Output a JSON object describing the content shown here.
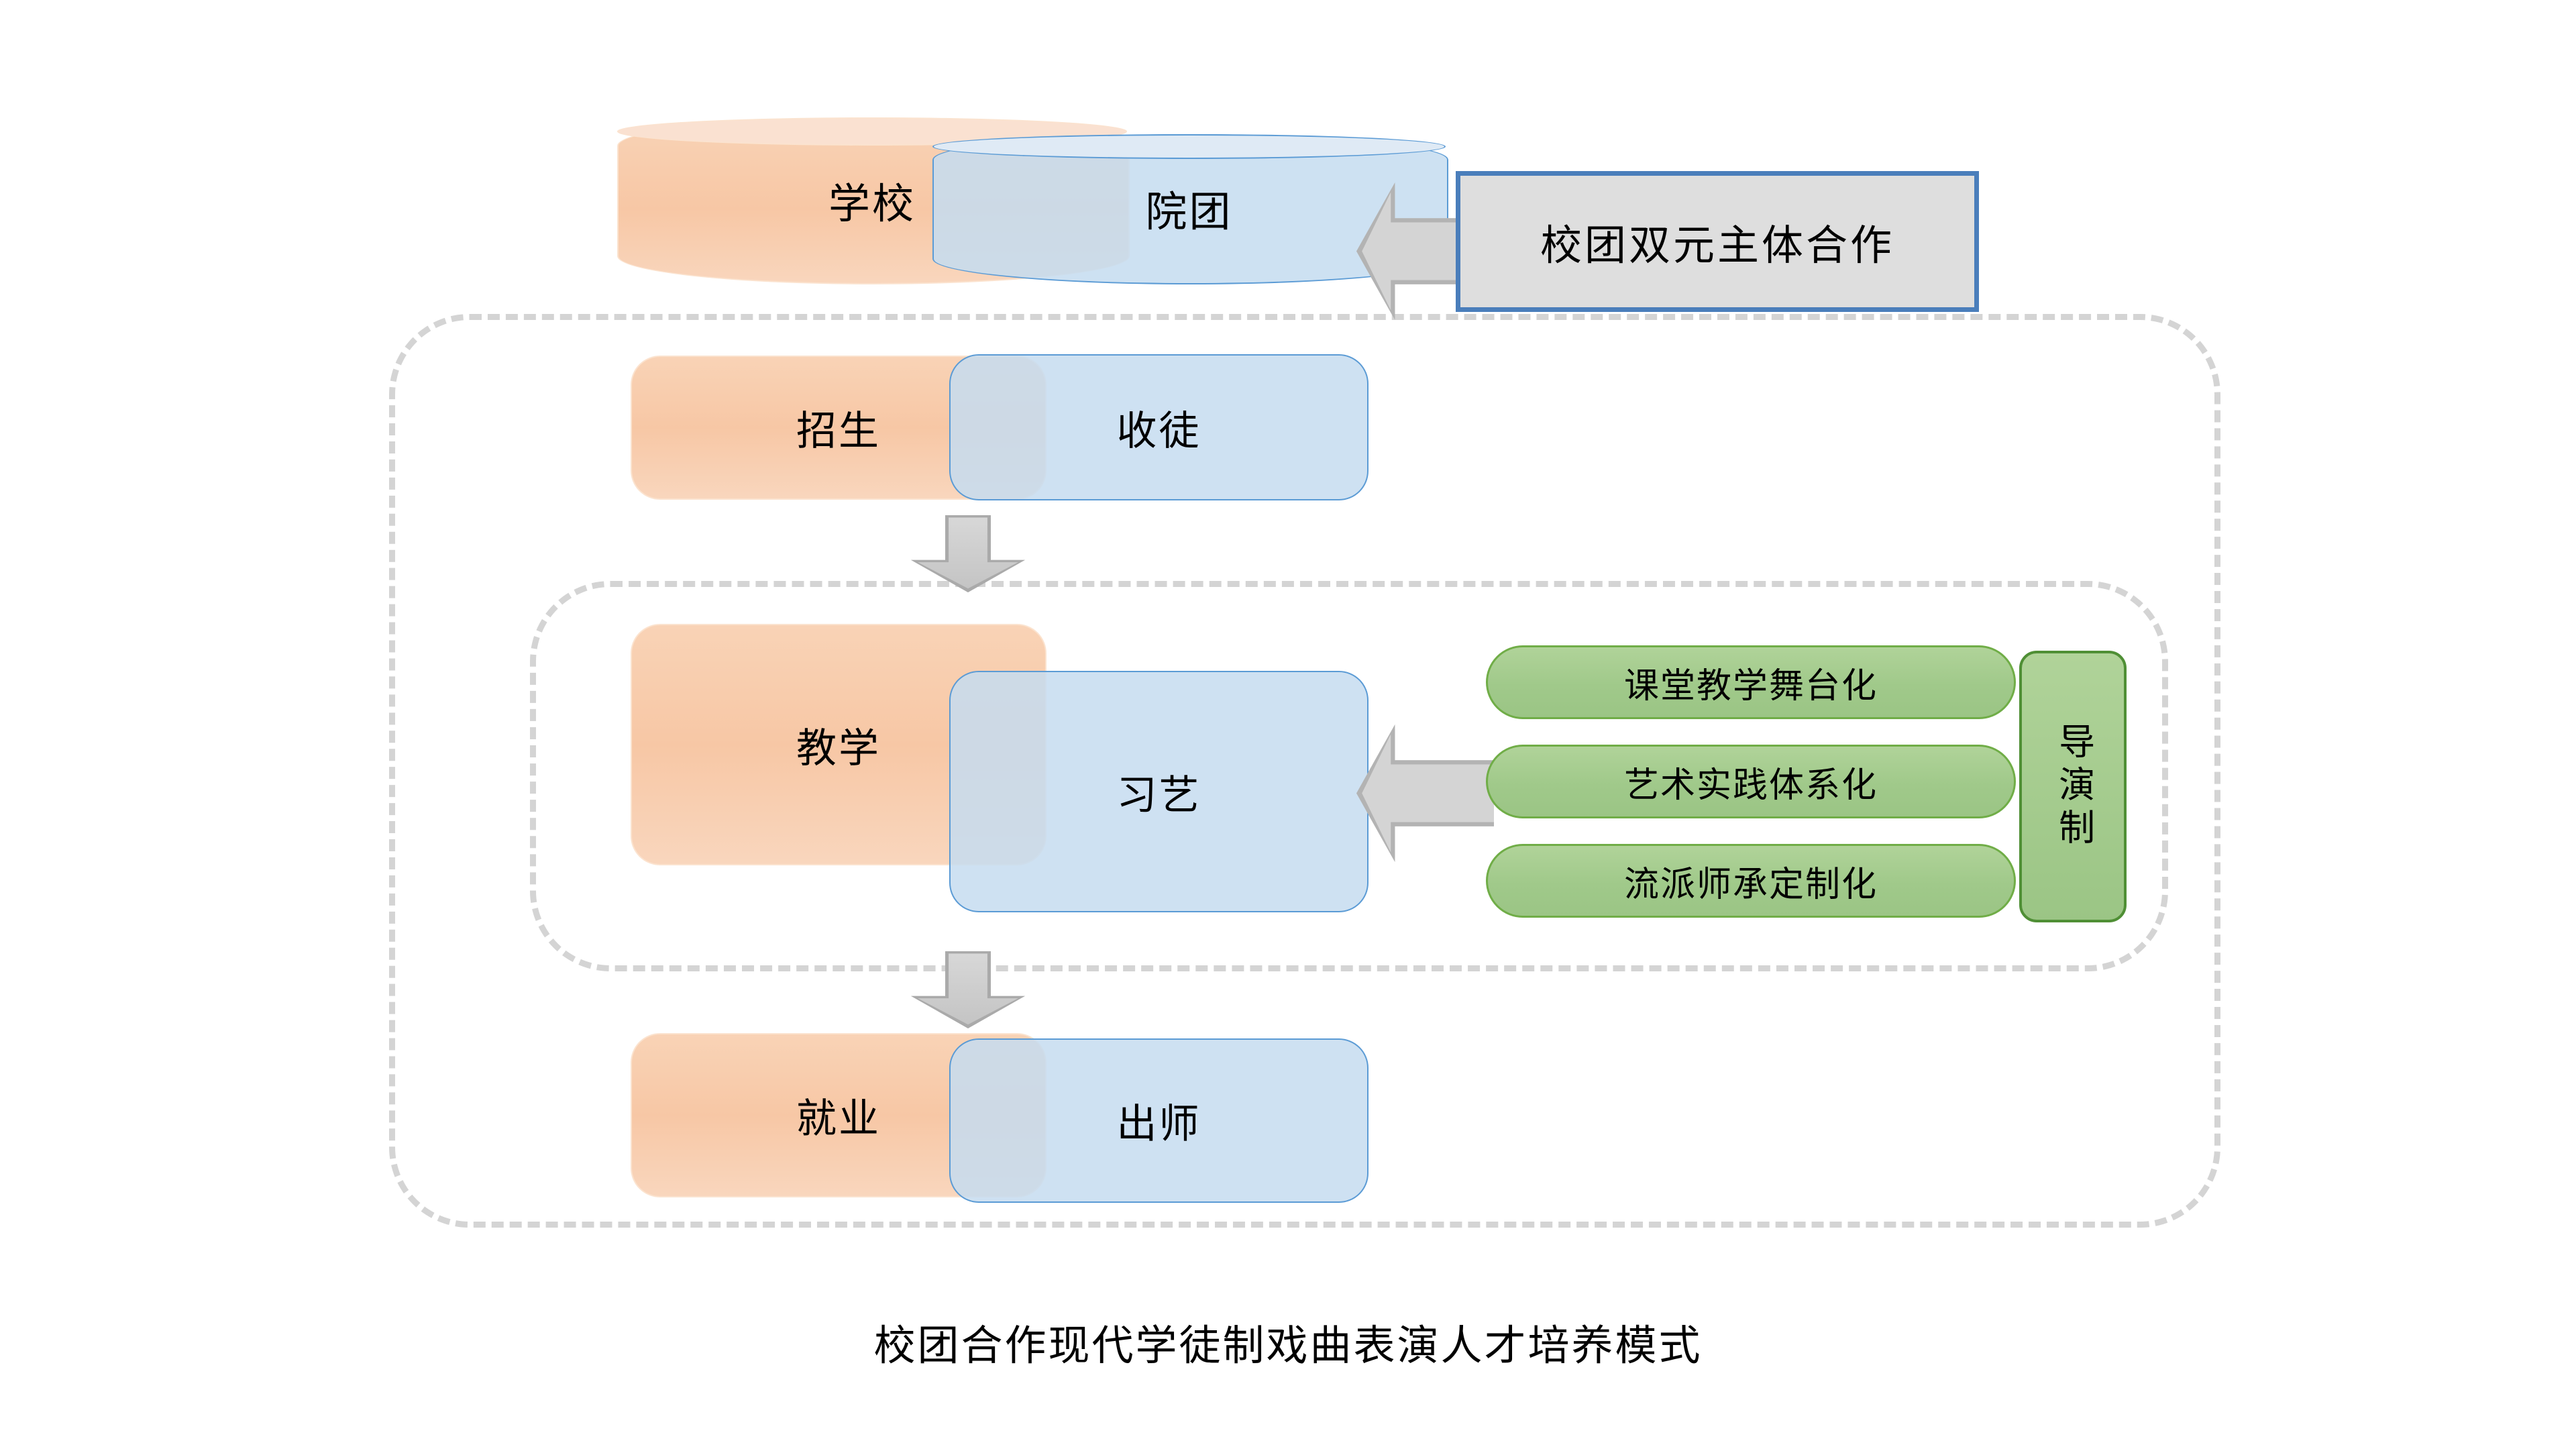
{
  "diagram": {
    "caption": "校团合作现代学徒制戏曲表演人才培养模式",
    "colors": {
      "orange_fill": "#F7C7A5",
      "orange_border": "#FBE3CF",
      "blue_fill": "#C5DCF0",
      "blue_border": "#5B9BD5",
      "green_fill": "#A5CE8E",
      "green_border": "#70AD47",
      "green_border_dark": "#4F8F35",
      "gray_arrow": "#D4D4D4",
      "gray_arrow_border": "#A6A6A6",
      "callout_fill": "#DEDEDE",
      "callout_border": "#4A7EBB",
      "dashed_border": "#D4D4D4"
    },
    "top_cylinders": {
      "school": "学校",
      "troupe": "院团"
    },
    "callout": {
      "label": "校团双元主体合作"
    },
    "stages": [
      {
        "school_label": "招生",
        "troupe_label": "收徒"
      },
      {
        "school_label": "教学",
        "troupe_label": "习艺"
      },
      {
        "school_label": "就业",
        "troupe_label": "出师"
      }
    ],
    "methods": [
      "课堂教学舞台化",
      "艺术实践体系化",
      "流派师承定制化"
    ],
    "director_system": {
      "label": "导演制"
    },
    "icons": {
      "arrow_down_1": "arrow-down-icon",
      "arrow_down_2": "arrow-down-icon",
      "arrow_left_top": "arrow-left-icon",
      "arrow_left_mid": "arrow-left-icon"
    }
  }
}
